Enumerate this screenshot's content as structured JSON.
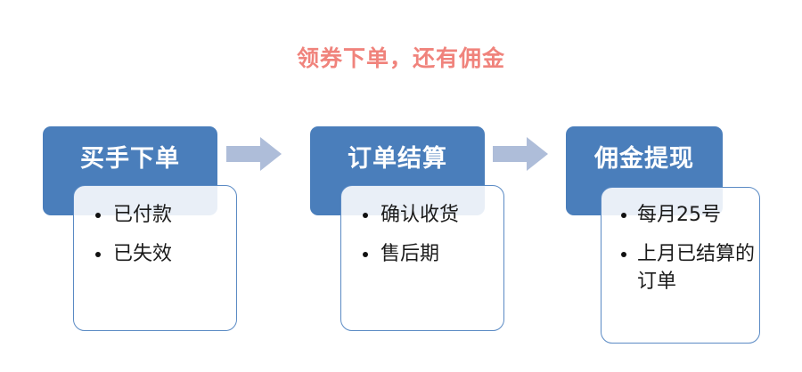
{
  "slide": {
    "title": "领券下单，还有佣金",
    "title_color": "#f0837c",
    "background": "#ffffff",
    "header_color": "#4a7ebb",
    "body_border_color": "#5a8ac4",
    "arrow_color": "#aebdd9"
  },
  "flow": {
    "arrows": [
      {
        "name": "arrow-step-1-to-2",
        "icon": "arrow-right-icon"
      },
      {
        "name": "arrow-step-2-to-3",
        "icon": "arrow-right-icon"
      }
    ],
    "steps": [
      {
        "header": "买手下单",
        "bullets": [
          "已付款",
          "已失效"
        ]
      },
      {
        "header": "订单结算",
        "bullets": [
          "确认收货",
          "售后期"
        ]
      },
      {
        "header": "佣金提现",
        "bullets": [
          "每月25号",
          "上月已结算的订单"
        ]
      }
    ]
  }
}
